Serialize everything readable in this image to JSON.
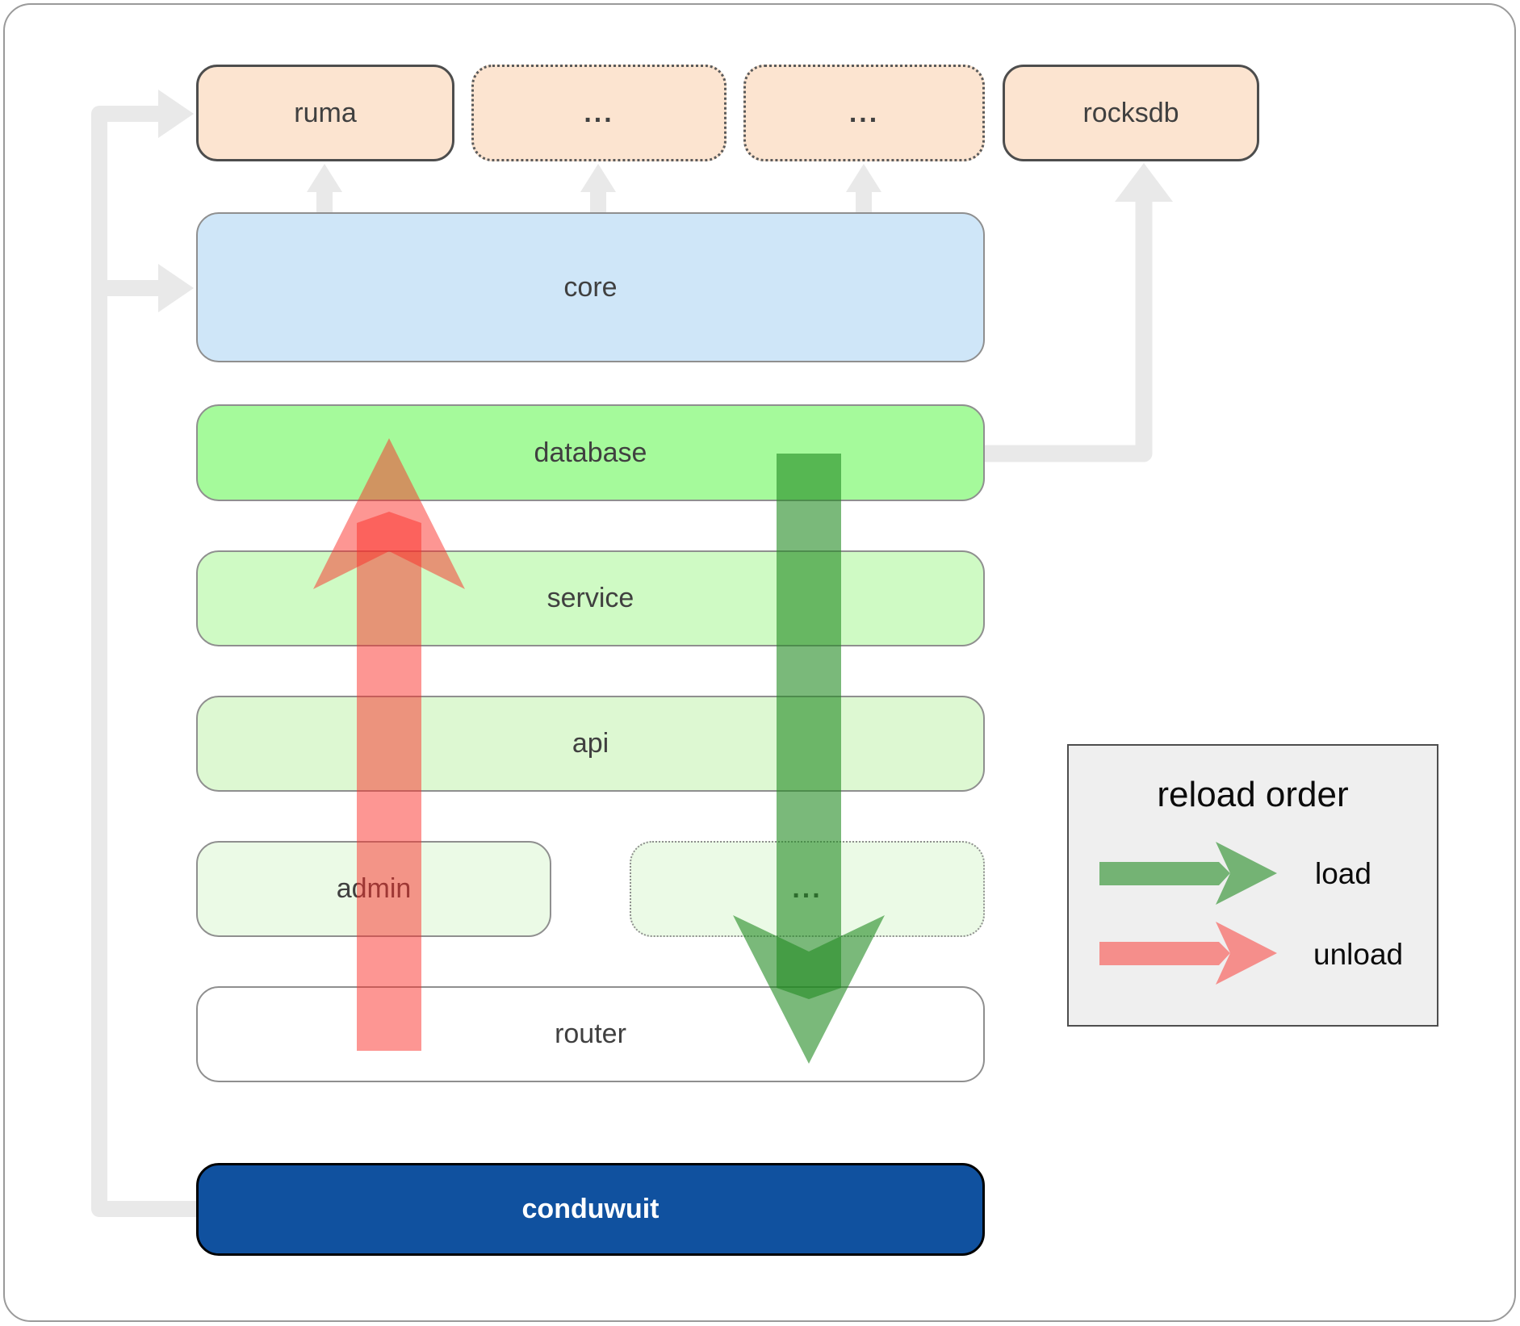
{
  "colors": {
    "peach": "#fce4d0",
    "core-blue": "#cfe6f8",
    "db-green": "#a5fa9b",
    "service-green": "#cffac4",
    "api-green": "#ddf8d2",
    "admin-green": "#ebfae6",
    "router-white": "#ffffff",
    "conduwuit-blue": "#10519f",
    "load-green": "#228b22",
    "unload-red": "#fc2e28",
    "connector-gray": "#e9e9e9",
    "legend-bg": "#efefef",
    "label-color": "#404040"
  },
  "boxes": {
    "ruma": "ruma",
    "deps_more_1": "...",
    "deps_more_2": "...",
    "rocksdb": "rocksdb",
    "core": "core",
    "database": "database",
    "service": "service",
    "api": "api",
    "admin": "admin",
    "services_more": "...",
    "router": "router",
    "conduwuit": "conduwuit"
  },
  "legend": {
    "title": "reload order",
    "load": "load",
    "unload": "unload"
  }
}
